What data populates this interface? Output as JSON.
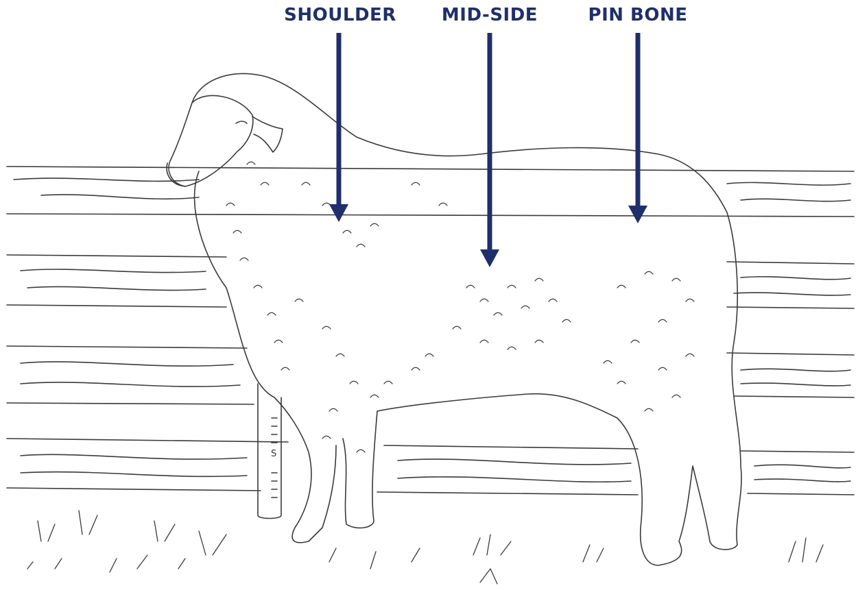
{
  "title": "",
  "colors": {
    "accent": "#1f2f6b",
    "ink": "#3a3a3a",
    "background": "#ffffff"
  },
  "labels": [
    {
      "id": "shoulder",
      "text": "SHOULDER"
    },
    {
      "id": "mid-side",
      "text": "MID-SIDE"
    },
    {
      "id": "pin-bone",
      "text": "PIN BONE"
    }
  ],
  "gauge_mark": "S",
  "illustration": {
    "subject": "sheep-illustration",
    "background": "fence-illustration"
  }
}
